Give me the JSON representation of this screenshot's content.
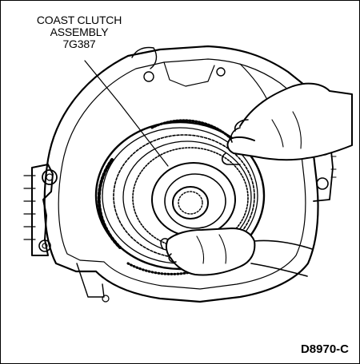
{
  "callout": {
    "line1": "COAST CLUTCH",
    "line2": "ASSEMBLY",
    "line3": "7G387"
  },
  "figure_id": "D8970-C",
  "colors": {
    "ink": "#000000",
    "paper": "#ffffff"
  }
}
